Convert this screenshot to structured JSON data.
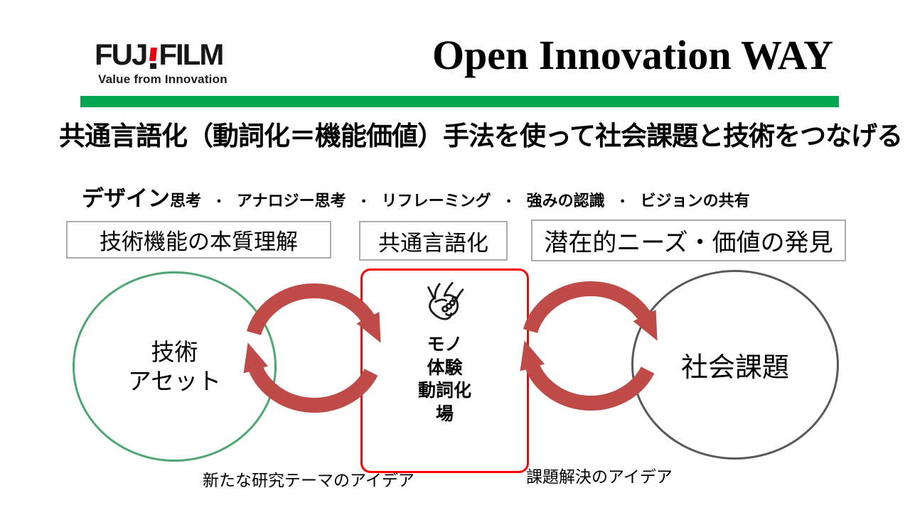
{
  "slide": {
    "logo": {
      "brand_left": "FUJ",
      "brand_right": "FILM",
      "tagline": "Value from Innovation",
      "brand_red": "#E60012"
    },
    "title": "Open Innovation WAY",
    "accent_bar_color": "#00A651",
    "headline": "共通言語化（動詞化＝機能価値）手法を使って社会課題と技術をつなげる",
    "methods": {
      "lead_big": "デザイン",
      "lead_small": "思考",
      "separator": "・",
      "items": [
        "アナロジー思考",
        "リフレーミング",
        "強みの認識",
        "ビジョンの共有"
      ]
    },
    "stage_boxes": [
      {
        "label": "技術機能の本質理解"
      },
      {
        "label": "共通言語化"
      },
      {
        "label": "潜在的ニーズ・価値の発見"
      }
    ],
    "left_circle": {
      "line1": "技術",
      "line2": "アセット",
      "border_color": "#4EA672"
    },
    "right_circle": {
      "label": "社会課題",
      "border_color": "#595959"
    },
    "center_box": {
      "icon": "handshake-icon",
      "lines": [
        "モノ",
        "体験",
        "動詞化",
        "場"
      ],
      "border_color": "#FF0000"
    },
    "cycle_arrows": {
      "color": "#BE4B48"
    },
    "captions": {
      "left": "新たな研究テーマのアイデア",
      "right": "課題解決のアイデア"
    }
  }
}
